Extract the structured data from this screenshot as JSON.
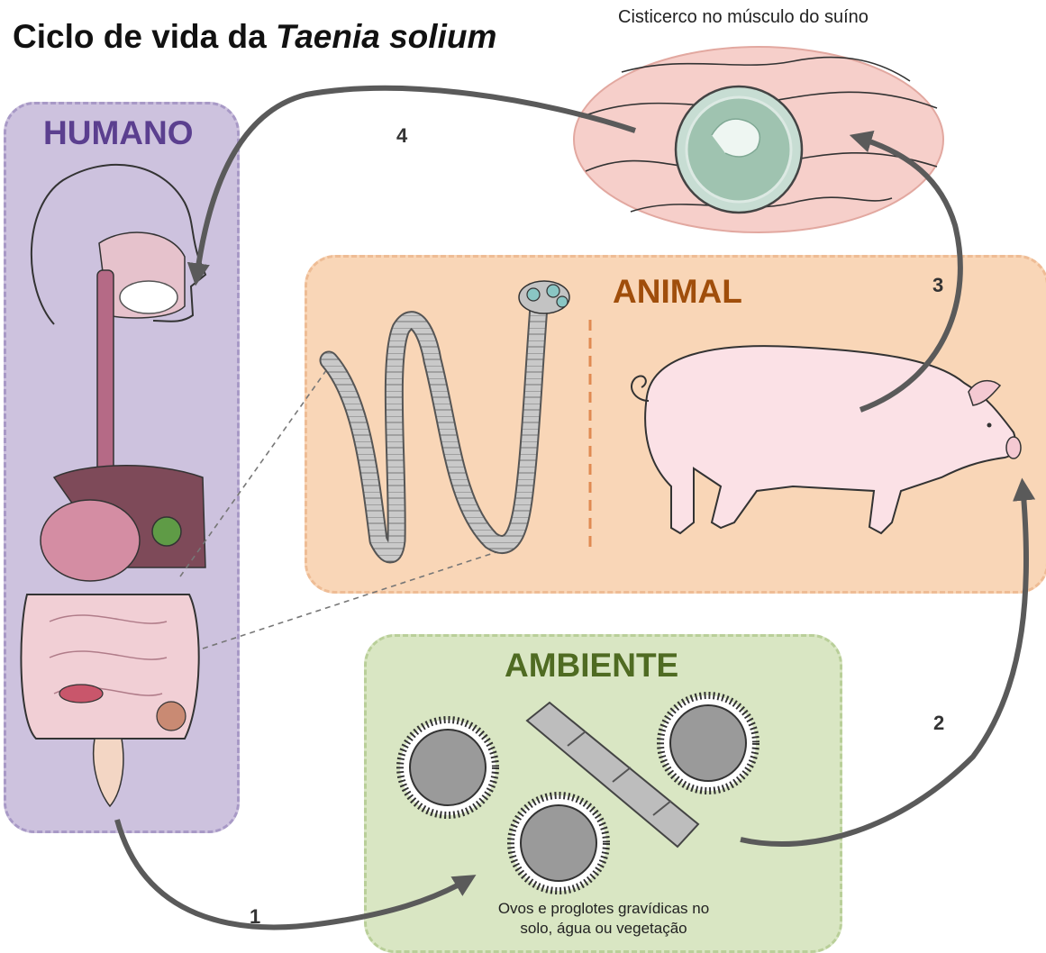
{
  "title": {
    "prefix": "Ciclo de vida da ",
    "species": "Taenia solium"
  },
  "muscle_caption": "Cisticerco no músculo do suíno",
  "panels": {
    "human": "HUMANO",
    "animal": "ANIMAL",
    "environment": "AMBIENTE"
  },
  "environment_caption": {
    "line1": "Ovos e proglotes gravídicas no",
    "line2": "solo, água ou vegetação"
  },
  "steps": [
    "1",
    "2",
    "3",
    "4"
  ],
  "colors": {
    "human_panel": "#cdc2de",
    "animal_panel": "#f9d6b7",
    "environment_panel": "#d9e6c3",
    "arrow": "#5a5a5a"
  }
}
